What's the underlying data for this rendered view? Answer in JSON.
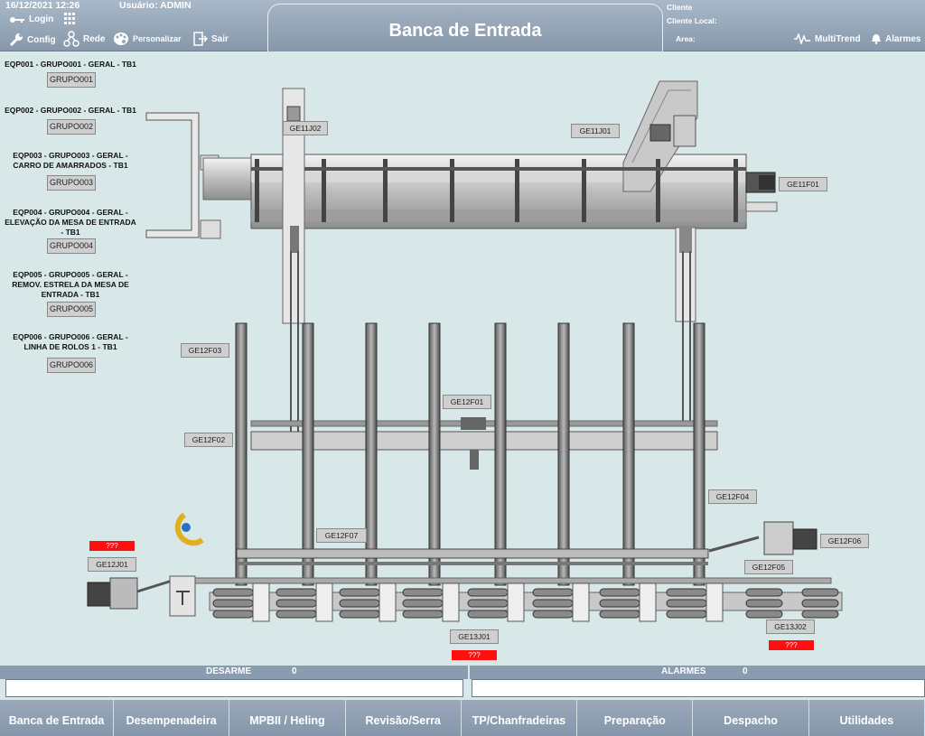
{
  "header": {
    "datetime": "16/12/2021 12:26",
    "user": "Usuário: ADMIN",
    "login": "Login",
    "config": "Config",
    "rede": "Rede",
    "personalizar": "Personalizar",
    "sair": "Sair",
    "title": "Banca de Entrada",
    "cliente": "Cliente",
    "cliente_local": "Cliente Local:",
    "area": "Area:",
    "multitrend": "MultiTrend",
    "alarmes": "Alarmes"
  },
  "groups": [
    {
      "label": "EQP001 - GRUPO001 - GERAL - TB1",
      "button": "GRUPO001"
    },
    {
      "label": "EQP002 - GRUPO002 - GERAL - TB1",
      "button": "GRUPO002"
    },
    {
      "label": "EQP003 - GRUPO003 - GERAL - CARRO DE AMARRADOS - TB1",
      "button": "GRUPO003"
    },
    {
      "label": "EQP004 - GRUPO004 - GERAL - ELEVAÇÃO DA MESA DE ENTRADA - TB1",
      "button": "GRUPO004"
    },
    {
      "label": "EQP005 - GRUPO005 - GERAL - REMOV. ESTRELA DA MESA DE ENTRADA - TB1",
      "button": "GRUPO005"
    },
    {
      "label": "EQP006 - GRUPO006 - GERAL - LINHA DE ROLOS 1 - TB1",
      "button": "GRUPO006"
    }
  ],
  "tags": {
    "ge11j02": "GE11J02",
    "ge11j01": "GE11J01",
    "ge11f01": "GE11F01",
    "ge12f03": "GE12F03",
    "ge12f01": "GE12F01",
    "ge12f02": "GE12F02",
    "ge12f04": "GE12F04",
    "ge12f07": "GE12F07",
    "ge12f06": "GE12F06",
    "ge12f05": "GE12F05",
    "ge12j01": "GE12J01",
    "ge13j01": "GE13J01",
    "ge13j02": "GE13J02"
  },
  "errors": {
    "e1": "???",
    "e2": "???",
    "e3": "???"
  },
  "panels": {
    "desarme_label": "DESARME",
    "desarme_count": "0",
    "alarmes_label": "ALARMES",
    "alarmes_count": "0"
  },
  "nav": [
    "Banca de Entrada",
    "Desempenadeira",
    "MPBII / Heling",
    "Revisão/Serra",
    "TP/Chanfradeiras",
    "Preparação",
    "Despacho",
    "Utilidades"
  ],
  "colors": {
    "background": "#d8e8e8",
    "header": "#8a9cb0",
    "alarm": "#ff1010"
  }
}
